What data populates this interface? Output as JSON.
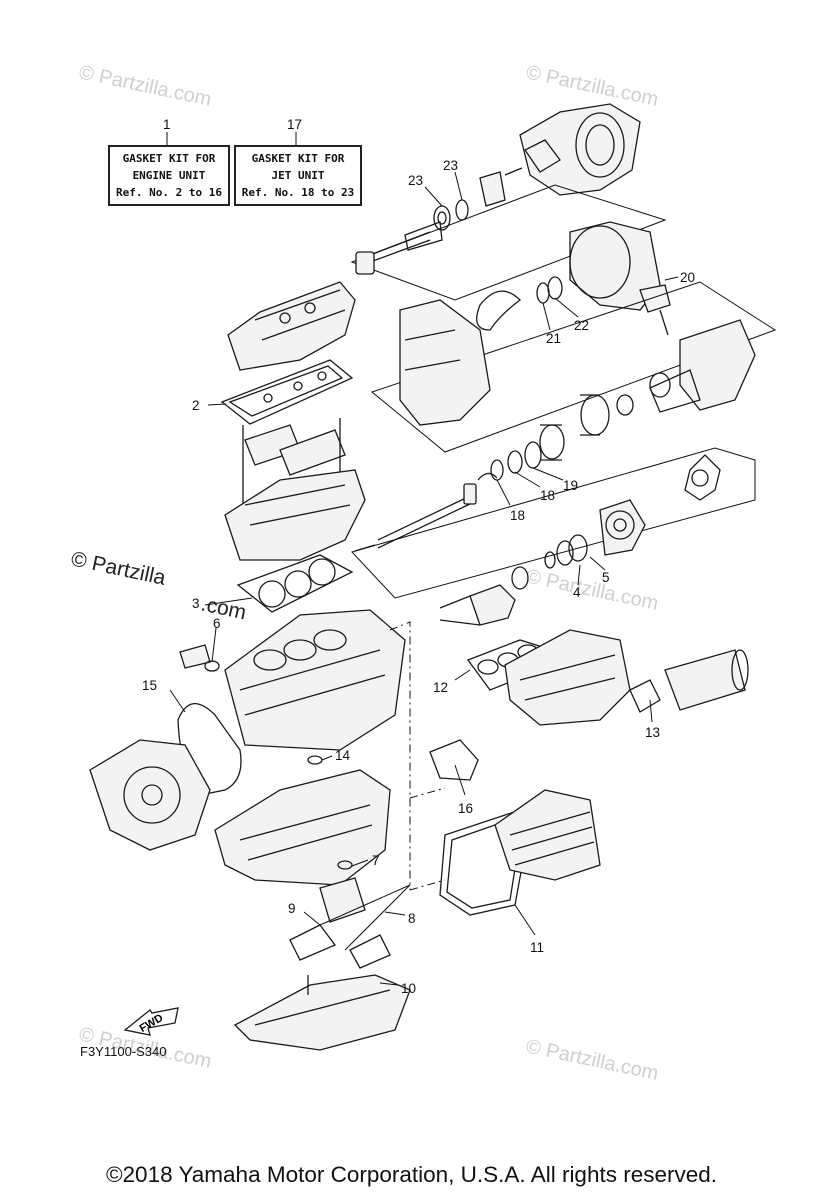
{
  "kits": [
    {
      "ref": "1",
      "lines": [
        "GASKET KIT FOR",
        "ENGINE UNIT",
        "Ref. No. 2 to 16"
      ]
    },
    {
      "ref": "17",
      "lines": [
        "GASKET KIT FOR",
        "JET UNIT",
        "Ref. No. 18 to 23"
      ]
    }
  ],
  "callouts": [
    "2",
    "3",
    "4",
    "5",
    "6",
    "7",
    "8",
    "9",
    "10",
    "11",
    "12",
    "13",
    "14",
    "15",
    "16",
    "18",
    "18",
    "19",
    "20",
    "21",
    "22",
    "23",
    "23"
  ],
  "watermarks": {
    "small": "© Partzilla.com",
    "large_left": "© Partzilla",
    "large_right": ".com"
  },
  "fwd_label": "FWD",
  "diagram_code": "F3Y1100-S340",
  "copyright": "©2018  Yamaha Motor Corporation, U.S.A. All rights reserved."
}
